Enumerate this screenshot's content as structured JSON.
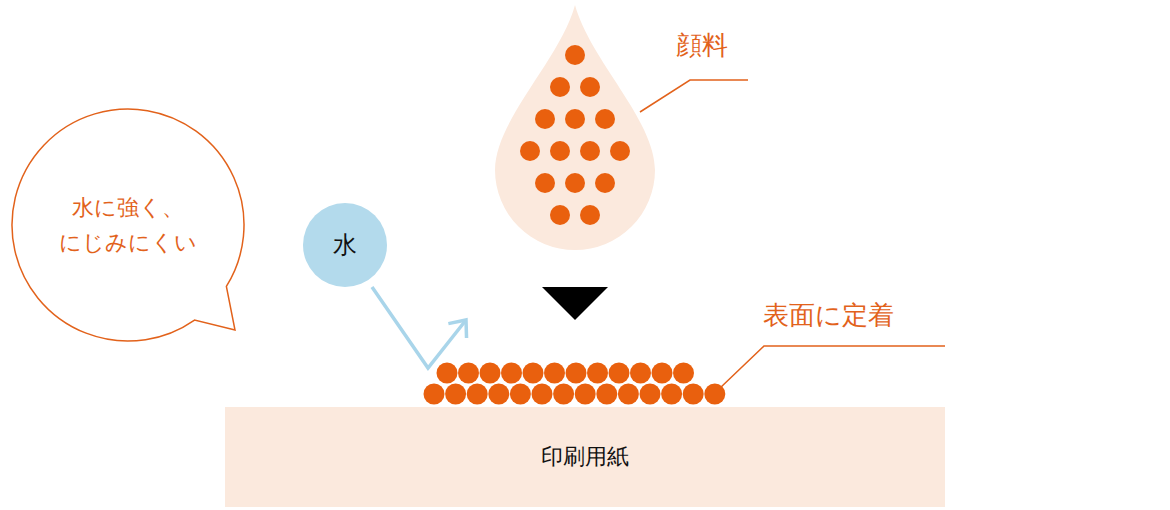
{
  "diagram": {
    "nodes": [
      {
        "text": [
          "水に強く、 にじみにくい"
        ]
      },
      {
        "text": [
          "水"
        ]
      },
      {
        "text": [
          "印刷用紙"
        ]
      }
    ],
    "labels": [
      "顔料",
      "表面に定着"
    ]
  }
}
